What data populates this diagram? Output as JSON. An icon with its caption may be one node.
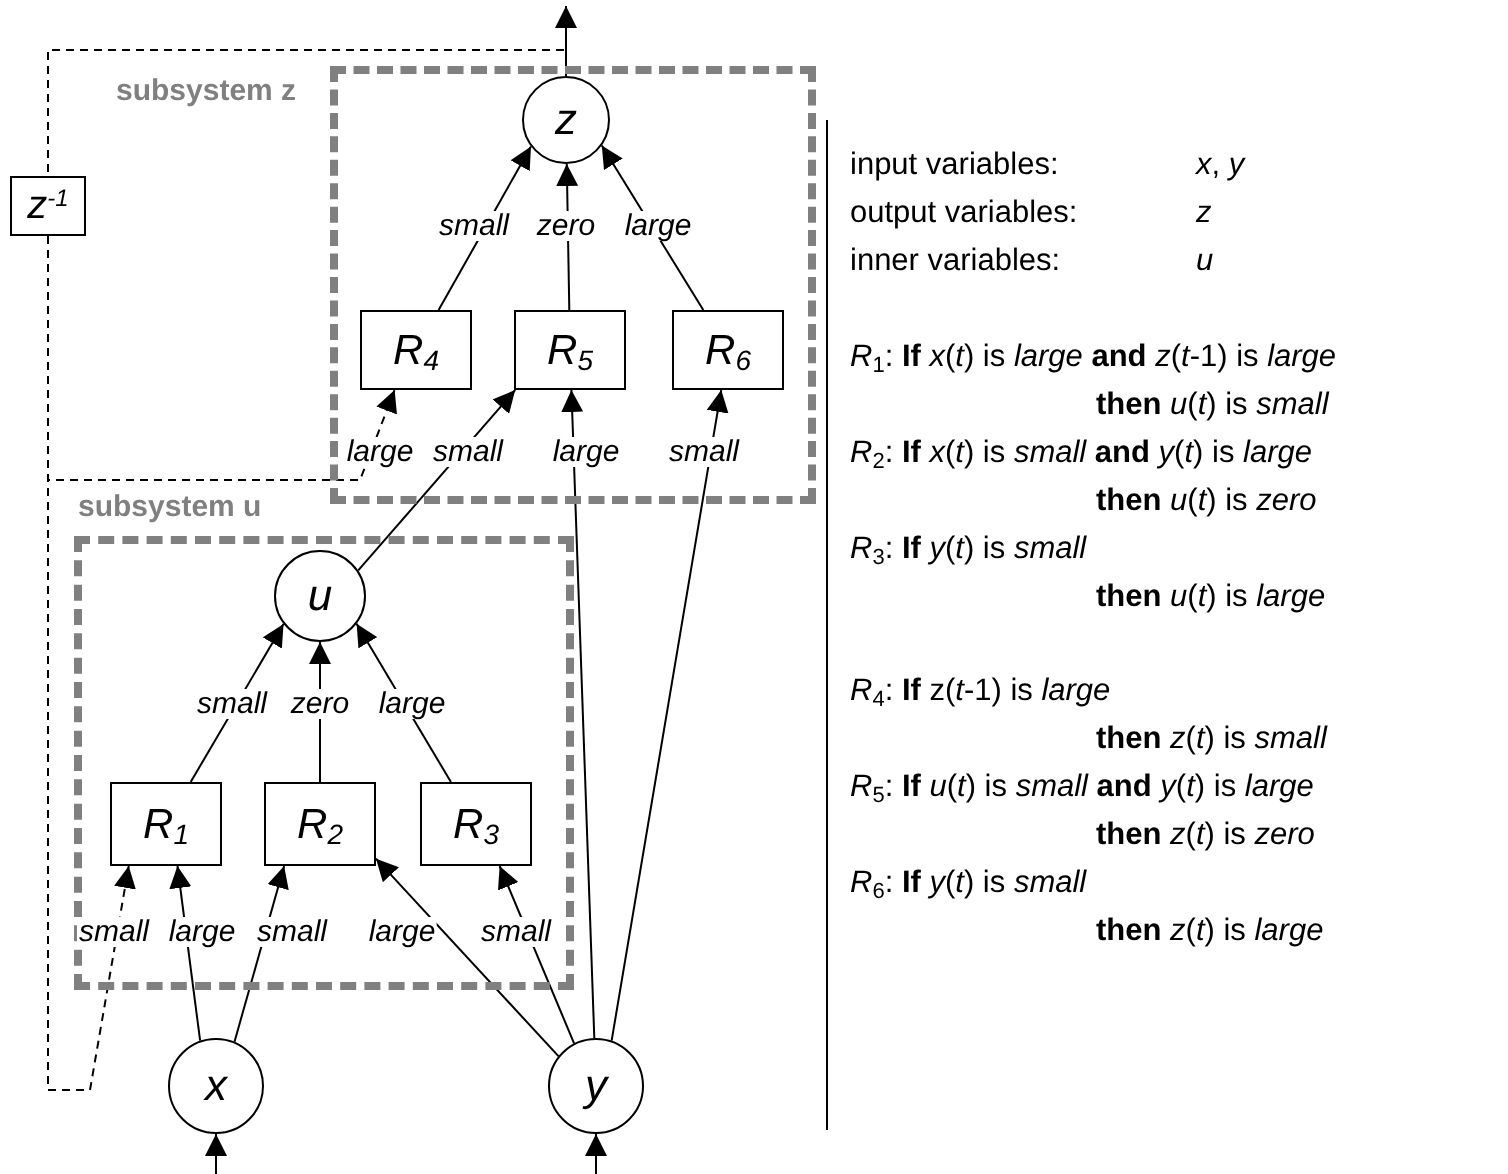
{
  "diagram": {
    "nodes": [
      {
        "text": [
          "subsystem z"
        ]
      },
      {
        "text": [
          "z"
        ],
        "in": 0
      },
      {
        "text": [
          "R$_{4}$"
        ],
        "in": 0
      },
      {
        "text": [
          "R$_{5}$"
        ],
        "in": 0
      },
      {
        "text": [
          "R$_{6}$"
        ],
        "in": 0
      },
      {
        "text": [
          "subsystem u"
        ]
      },
      {
        "text": [
          "u"
        ],
        "in": 5
      },
      {
        "text": [
          "R$_{1}$"
        ],
        "in": 5
      },
      {
        "text": [
          "R$_{2}$"
        ],
        "in": 5
      },
      {
        "text": [
          "R$_{3}$"
        ],
        "in": 5
      },
      {
        "text": [
          "z$^{-1}$"
        ]
      },
      {
        "text": [
          "x"
        ]
      },
      {
        "text": [
          "y"
        ]
      }
    ],
    "edges": [
      {
        "from": 1,
        "to": null,
        "arrow": "to"
      },
      {
        "from": 2,
        "to": 1,
        "arrow": "to",
        "label": "small"
      },
      {
        "from": 3,
        "to": 1,
        "arrow": "to",
        "label": "zero"
      },
      {
        "from": 4,
        "to": 1,
        "arrow": "to",
        "label": "large"
      },
      {
        "from": 6,
        "to": 3,
        "arrow": "to",
        "label": "small"
      },
      {
        "from": 12,
        "to": 3,
        "arrow": "to",
        "label": "large"
      },
      {
        "from": 12,
        "to": 4,
        "arrow": "to",
        "label": "small"
      },
      {
        "from": 1,
        "to": 10,
        "arrow": "none",
        "style": "dashed"
      },
      {
        "from": 10,
        "to": 2,
        "arrow": "to",
        "style": "dashed",
        "label": "large"
      },
      {
        "from": 10,
        "to": 7,
        "arrow": "to",
        "style": "dashed",
        "label": "small"
      },
      {
        "from": 7,
        "to": 6,
        "arrow": "to",
        "label": "small"
      },
      {
        "from": 8,
        "to": 6,
        "arrow": "to",
        "label": "zero"
      },
      {
        "from": 9,
        "to": 6,
        "arrow": "to",
        "label": "large"
      },
      {
        "from": 11,
        "to": 7,
        "arrow": "to",
        "label": "large"
      },
      {
        "from": 11,
        "to": 8,
        "arrow": "to",
        "label": "small"
      },
      {
        "from": 12,
        "to": 8,
        "arrow": "to",
        "label": "large"
      },
      {
        "from": 12,
        "to": 9,
        "arrow": "to",
        "label": "small"
      },
      {
        "from": null,
        "to": 11,
        "arrow": "to"
      },
      {
        "from": null,
        "to": 12,
        "arrow": "to"
      }
    ],
    "labels": [
      "input variables:",
      "*x*, *y*",
      "output variables:",
      "z",
      "inner variables:",
      "u",
      "*R*$_{1}$: **If** *x*(*t*) is *large* **and** *z*(*t*-1) is *large*",
      "**then** *u*(*t*) is *small*",
      "*R*$_{2}$: **If** *x*(*t*) is *small* **and** *y*(*t*) is *large*",
      "**then** *u*(*t*) is *zero*",
      "*R*$_{3}$: **If** *y*(*t*) is *small*",
      "**then** *u*(*t*) is *large*",
      "*R*$_{4}$: **If** z(*t*-1) is *large*",
      "**then** *z*(*t*) is *small*",
      "*R*$_{5}$: **If** *u*(*t*) is *small* **and** *y*(*t*) is *large*",
      "**then** *z*(*t*) is *zero*",
      "*R*$_{6}$: **If** *y*(*t*) is *small*",
      "**then** *z*(*t*) is *large*"
    ]
  }
}
